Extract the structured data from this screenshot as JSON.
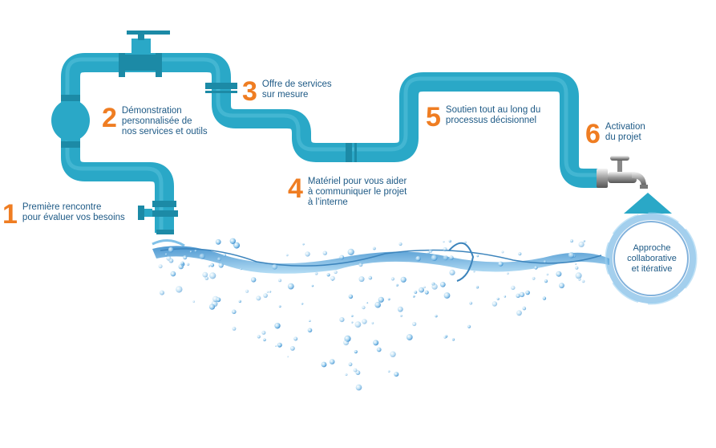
{
  "steps": [
    {
      "number": "1",
      "lines": [
        "Première rencontre",
        "pour évaluer vos besoins"
      ]
    },
    {
      "number": "2",
      "lines": [
        "Démonstration",
        "personnalisée de",
        "nos services et outils"
      ]
    },
    {
      "number": "3",
      "lines": [
        "Offre de services",
        "sur mesure"
      ]
    },
    {
      "number": "4",
      "lines": [
        "Matériel pour vous aider",
        "à communiquer le projet",
        "à l’interne"
      ]
    },
    {
      "number": "5",
      "lines": [
        "Soutien tout au long du",
        "processus décisionnel"
      ]
    },
    {
      "number": "6",
      "lines": [
        "Activation",
        "du projet"
      ]
    }
  ],
  "cycle": {
    "lines": [
      "Approche",
      "collaborative",
      "et itérative"
    ]
  },
  "colors": {
    "pipe": "#2aa8c7",
    "pipe_dark": "#1c8aa6",
    "number": "#ef7d22",
    "text": "#1e5a86",
    "water": "#4aa3d6"
  },
  "icons": [
    "valve-handle-icon",
    "faucet-icon",
    "water-splash-icon",
    "cycle-arrow-icon"
  ]
}
